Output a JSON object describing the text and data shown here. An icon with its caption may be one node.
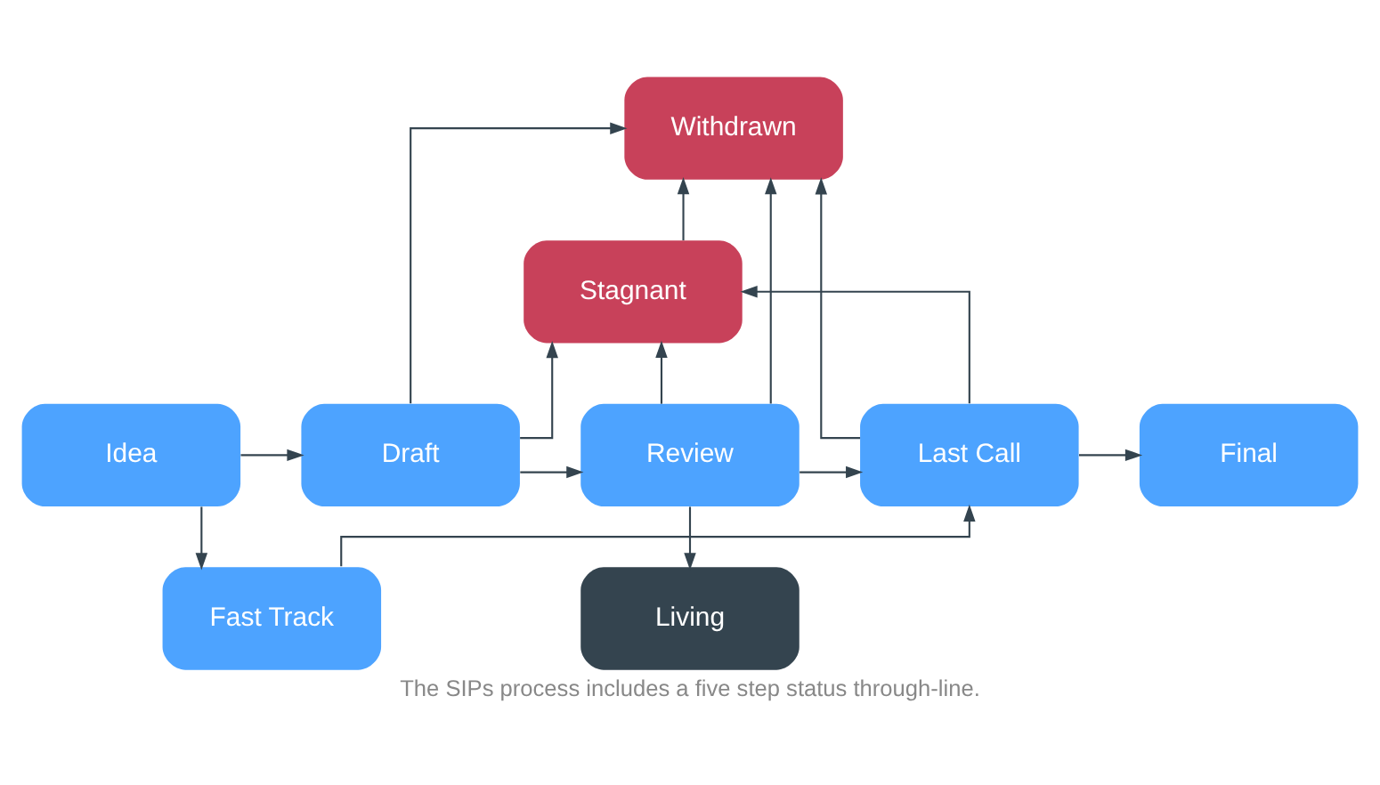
{
  "diagram": {
    "caption": "The SIPs process includes a five step status through-line.",
    "nodes": [
      {
        "text": [
          "Withdrawn"
        ]
      },
      {
        "text": [
          "Stagnant"
        ]
      },
      {
        "text": [
          "Idea"
        ]
      },
      {
        "text": [
          "Draft"
        ]
      },
      {
        "text": [
          "Review"
        ]
      },
      {
        "text": [
          "Last Call"
        ]
      },
      {
        "text": [
          "Final"
        ]
      },
      {
        "text": [
          "Living"
        ]
      },
      {
        "text": [
          "Fast Track"
        ]
      }
    ],
    "edges": [
      {
        "from": 2,
        "to": 3,
        "arrow": "to"
      },
      {
        "from": 3,
        "to": 4,
        "arrow": "to"
      },
      {
        "from": 4,
        "to": 5,
        "arrow": "to"
      },
      {
        "from": 5,
        "to": 6,
        "arrow": "to"
      },
      {
        "from": 3,
        "to": 0,
        "arrow": "to"
      },
      {
        "from": 3,
        "to": 1,
        "arrow": "to"
      },
      {
        "from": 1,
        "to": 0,
        "arrow": "to"
      },
      {
        "from": 4,
        "to": 1,
        "arrow": "to"
      },
      {
        "from": 4,
        "to": 0,
        "arrow": "to"
      },
      {
        "from": 4,
        "to": 7,
        "arrow": "to"
      },
      {
        "from": 5,
        "to": 1,
        "arrow": "to"
      },
      {
        "from": 5,
        "to": 0,
        "arrow": "to"
      },
      {
        "from": 8,
        "to": 5,
        "arrow": "to"
      },
      {
        "from": 2,
        "to": 8,
        "arrow": "to"
      }
    ]
  }
}
